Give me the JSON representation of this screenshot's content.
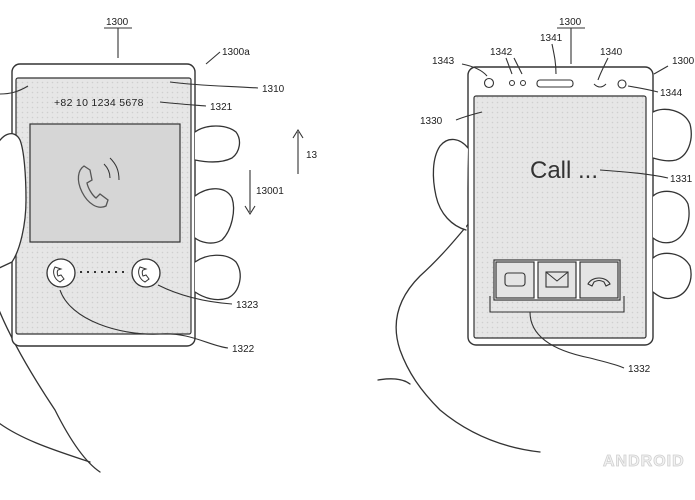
{
  "left_device": {
    "label_device": "1300",
    "label_device_alt": "1300a",
    "label_display": "1310",
    "label_number": "1321",
    "label_accept": "1322",
    "label_reject": "1323",
    "label_direction": "13001",
    "label_edge": "13",
    "phone_number": "+82 10 1234 5678"
  },
  "right_device": {
    "label_device": "1300",
    "label_device_alt": "1300",
    "label_screen": "1330",
    "label_text": "1331",
    "label_buttons": "1332",
    "label_camera": "1340",
    "label_speaker": "1341",
    "label_sensors": "1342",
    "label_left_sensor": "1343",
    "label_right_sensor": "1344",
    "call_text": "Call ..."
  },
  "watermark": "ANDROID"
}
